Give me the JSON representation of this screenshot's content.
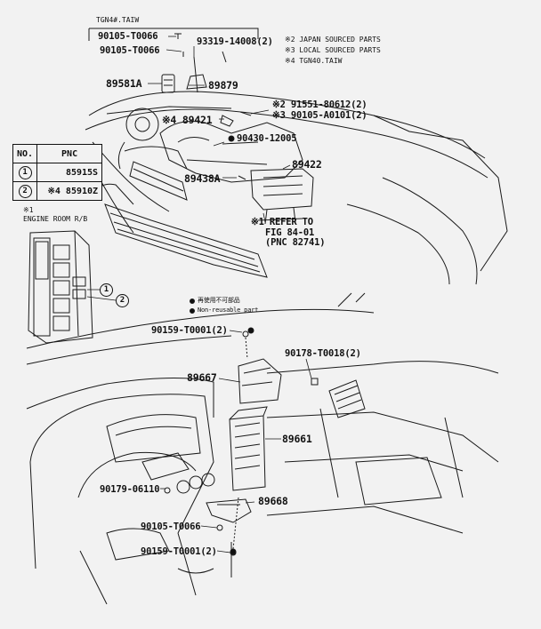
{
  "header": {
    "model_code": "TGN4#.TAIW"
  },
  "notes": [
    "※2 JAPAN SOURCED PARTS",
    "※3 LOCAL SOURCED PARTS",
    "※4 TGN40.TAIW"
  ],
  "legend_table": {
    "col_no": "NO.",
    "col_pnc": "PNC",
    "rows": [
      {
        "no": "1",
        "pnc": "85915S"
      },
      {
        "no": "2",
        "pnc": "※4 85910Z"
      }
    ]
  },
  "engine_room": {
    "mark": "※1",
    "title": "ENGINE ROOM R/B",
    "callouts": [
      "1",
      "2"
    ]
  },
  "non_reusable": {
    "jp": "再使用不可部品",
    "en": "Non-reusable part"
  },
  "part_labels": {
    "p90105_t0066_top": "90105-T0066",
    "p90105_t0066_mid": "90105-T0066",
    "p93319": "93319-14008(2)",
    "p89581a": "89581A",
    "p89879": "89879",
    "p89421": "※4 89421",
    "p91551": "※2 91551-80612(2)",
    "p90105_a0101": "※3 90105-A0101(2)",
    "p90430": "90430-12005",
    "p89422": "89422",
    "p89438a": "89438A",
    "refer_1": "※1 REFER TO",
    "refer_2": "FIG 84-01",
    "refer_3": "(PNC 82741)",
    "p90159_top": "90159-T0001(2)",
    "p90178": "90178-T0018(2)",
    "p89667": "89667",
    "p89661": "89661",
    "p90179": "90179-06110",
    "p89668": "89668",
    "p90105_t0066_bottom": "90105-T0066",
    "p90159_bottom": "90159-T0001(2)"
  }
}
